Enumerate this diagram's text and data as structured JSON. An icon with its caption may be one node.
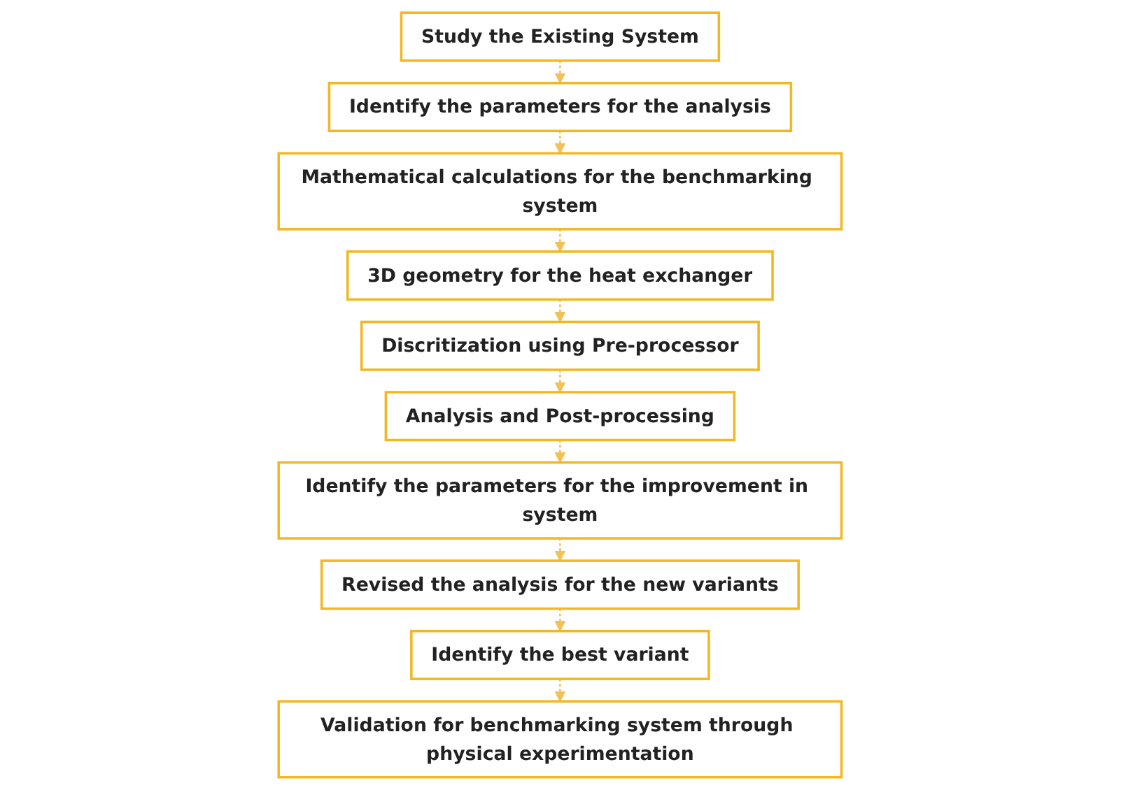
{
  "diagram": {
    "nodes": [
      {
        "text": [
          "Study the Existing System"
        ]
      },
      {
        "text": [
          "Identify the parameters for the analysis"
        ]
      },
      {
        "text": [
          "Mathematical calculations for the benchmarking system"
        ]
      },
      {
        "text": [
          "3D geometry for the heat exchanger"
        ]
      },
      {
        "text": [
          "Discritization using Pre-processor"
        ]
      },
      {
        "text": [
          "Analysis and Post-processing"
        ]
      },
      {
        "text": [
          "Identify the parameters for the improvement in system"
        ]
      },
      {
        "text": [
          "Revised the analysis for the new variants"
        ]
      },
      {
        "text": [
          "Identify the best variant"
        ]
      },
      {
        "text": [
          "Validation for benchmarking system through physical experimentation"
        ]
      }
    ],
    "edges": [
      {
        "from": 0,
        "to": 1,
        "arrow": "to",
        "style": "dashed"
      },
      {
        "from": 1,
        "to": 2,
        "arrow": "to",
        "style": "dashed"
      },
      {
        "from": 2,
        "to": 3,
        "arrow": "to",
        "style": "dashed"
      },
      {
        "from": 3,
        "to": 4,
        "arrow": "to",
        "style": "dashed"
      },
      {
        "from": 4,
        "to": 5,
        "arrow": "to",
        "style": "dashed"
      },
      {
        "from": 5,
        "to": 6,
        "arrow": "to",
        "style": "dashed"
      },
      {
        "from": 6,
        "to": 7,
        "arrow": "to",
        "style": "dashed"
      },
      {
        "from": 7,
        "to": 8,
        "arrow": "to",
        "style": "dashed"
      },
      {
        "from": 8,
        "to": 9,
        "arrow": "to",
        "style": "dashed"
      }
    ]
  }
}
